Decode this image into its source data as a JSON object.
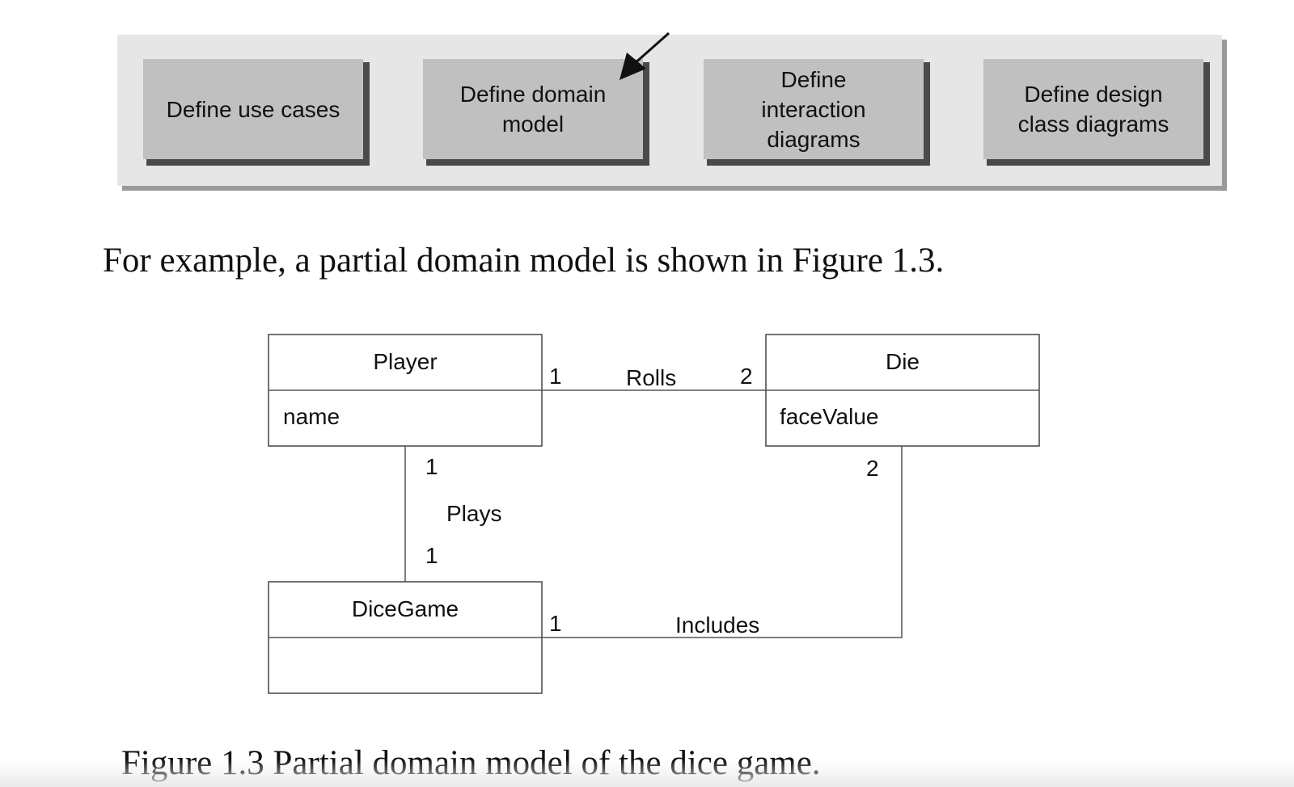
{
  "process_steps": [
    {
      "label": "Define use cases"
    },
    {
      "label": "Define domain\nmodel"
    },
    {
      "label": "Define\ninteraction\ndiagrams"
    },
    {
      "label": "Define design\nclass diagrams"
    }
  ],
  "intro_text": "For example, a partial domain model is shown in Figure 1.3.",
  "diagram": {
    "classes": {
      "player": {
        "name": "Player",
        "attribute": "name"
      },
      "die": {
        "name": "Die",
        "attribute": "faceValue"
      },
      "dice_game": {
        "name": "DiceGame",
        "attribute": ""
      }
    },
    "associations": {
      "rolls": {
        "label": "Rolls",
        "player_multiplicity": "1",
        "die_multiplicity": "2"
      },
      "plays": {
        "label": "Plays",
        "player_multiplicity": "1",
        "dice_game_multiplicity": "1"
      },
      "includes": {
        "label": "Includes",
        "dice_game_multiplicity": "1",
        "die_multiplicity": "2"
      }
    }
  },
  "caption": "Figure 1.3 Partial domain model of the dice game."
}
